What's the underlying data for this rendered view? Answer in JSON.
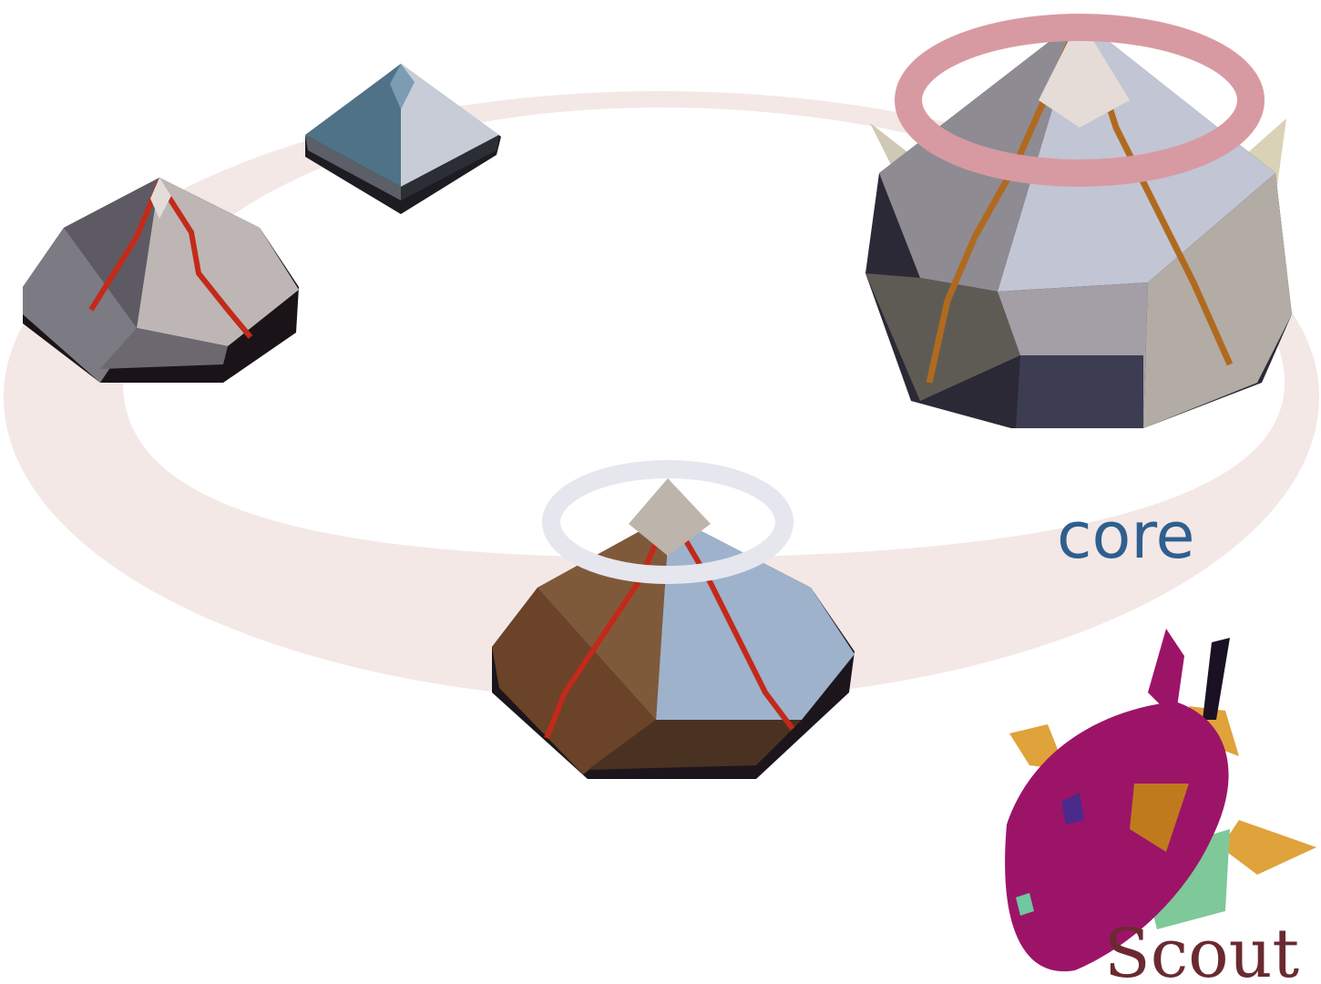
{
  "labels": {
    "core": "core",
    "scout": "Scout"
  },
  "colors": {
    "background": "#ffffff",
    "orbit_ring": "#f3e8e6",
    "core_label": "#2f5f8f",
    "scout_label": "#6a2a30",
    "pink_halo": "#d89aa2",
    "white_halo": "#e6e6ee",
    "lava_crack": "#d33a1c",
    "scout_hull": "#9c1468",
    "scout_fin": "#e0a23a",
    "scout_wing": "#7fc89a"
  },
  "objects": [
    {
      "name": "small-blue-pyramid",
      "icon": "blue-pyramid-icon"
    },
    {
      "name": "cracked-gray-pyramid",
      "icon": "cracked-pyramid-icon"
    },
    {
      "name": "large-core-pyramid",
      "icon": "core-pyramid-icon"
    },
    {
      "name": "selected-brown-pyramid",
      "icon": "lava-pyramid-icon"
    },
    {
      "name": "scout-ship",
      "icon": "scout-ship-icon"
    }
  ]
}
